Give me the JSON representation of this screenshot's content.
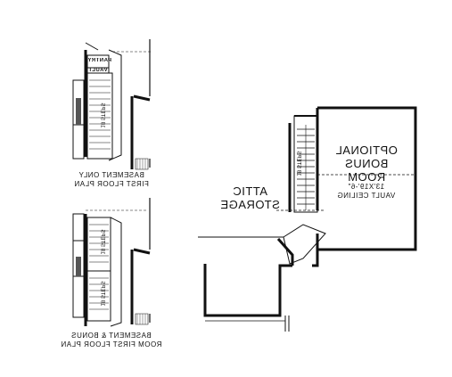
{
  "bonus_room": {
    "title_line1": "OPTIONAL",
    "title_line2": "BONUS ROOM",
    "dimensions": "13'X19'-6\"",
    "ceiling": "VAULT CEILING"
  },
  "attic": {
    "line1": "ATTIC",
    "line2": "STORAGE"
  },
  "plan_top": {
    "line1": "BASEMENT ONLY",
    "line2": "FIRST FLOOR PLAN",
    "pantry_label": "PANTRY",
    "vault_label": "VAULT",
    "stair_label": "18 STEPS"
  },
  "plan_bottom": {
    "line1": "BASEMENT & BONUS",
    "line2": "ROOM FIRST FLOOR PLAN",
    "stair_up_label": "18 STEPS",
    "stair_down_label": "18 STEPS"
  },
  "main_stair_label": "18 STEPS"
}
